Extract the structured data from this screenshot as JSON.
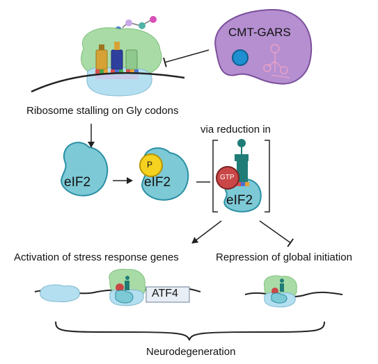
{
  "labels": {
    "cmt_gars": "CMT-GARS",
    "ribosome_stalling": "Ribosome stalling on Gly codons",
    "via_reduction": "via reduction in",
    "eif2": "eIF2",
    "phospho": "P",
    "gtp": "GTP",
    "activation": "Activation of stress response genes",
    "repression": "Repression of global initiation",
    "atf4": "ATF4",
    "neurodegeneration": "Neurodegeneration"
  },
  "colors": {
    "eif2_fill": "#7dc9d6",
    "eif2_stroke": "#2a8fa3",
    "gars_fill": "#b58fd0",
    "gars_stroke": "#7b4f9b",
    "phospho_fill": "#f5d21f",
    "gtp_fill": "#c94747",
    "ribosome_large": "#a9dba7",
    "ribosome_small": "#b4dff0",
    "trna_teal": "#1f7c76",
    "trna_pink": "#e6a0c8"
  }
}
